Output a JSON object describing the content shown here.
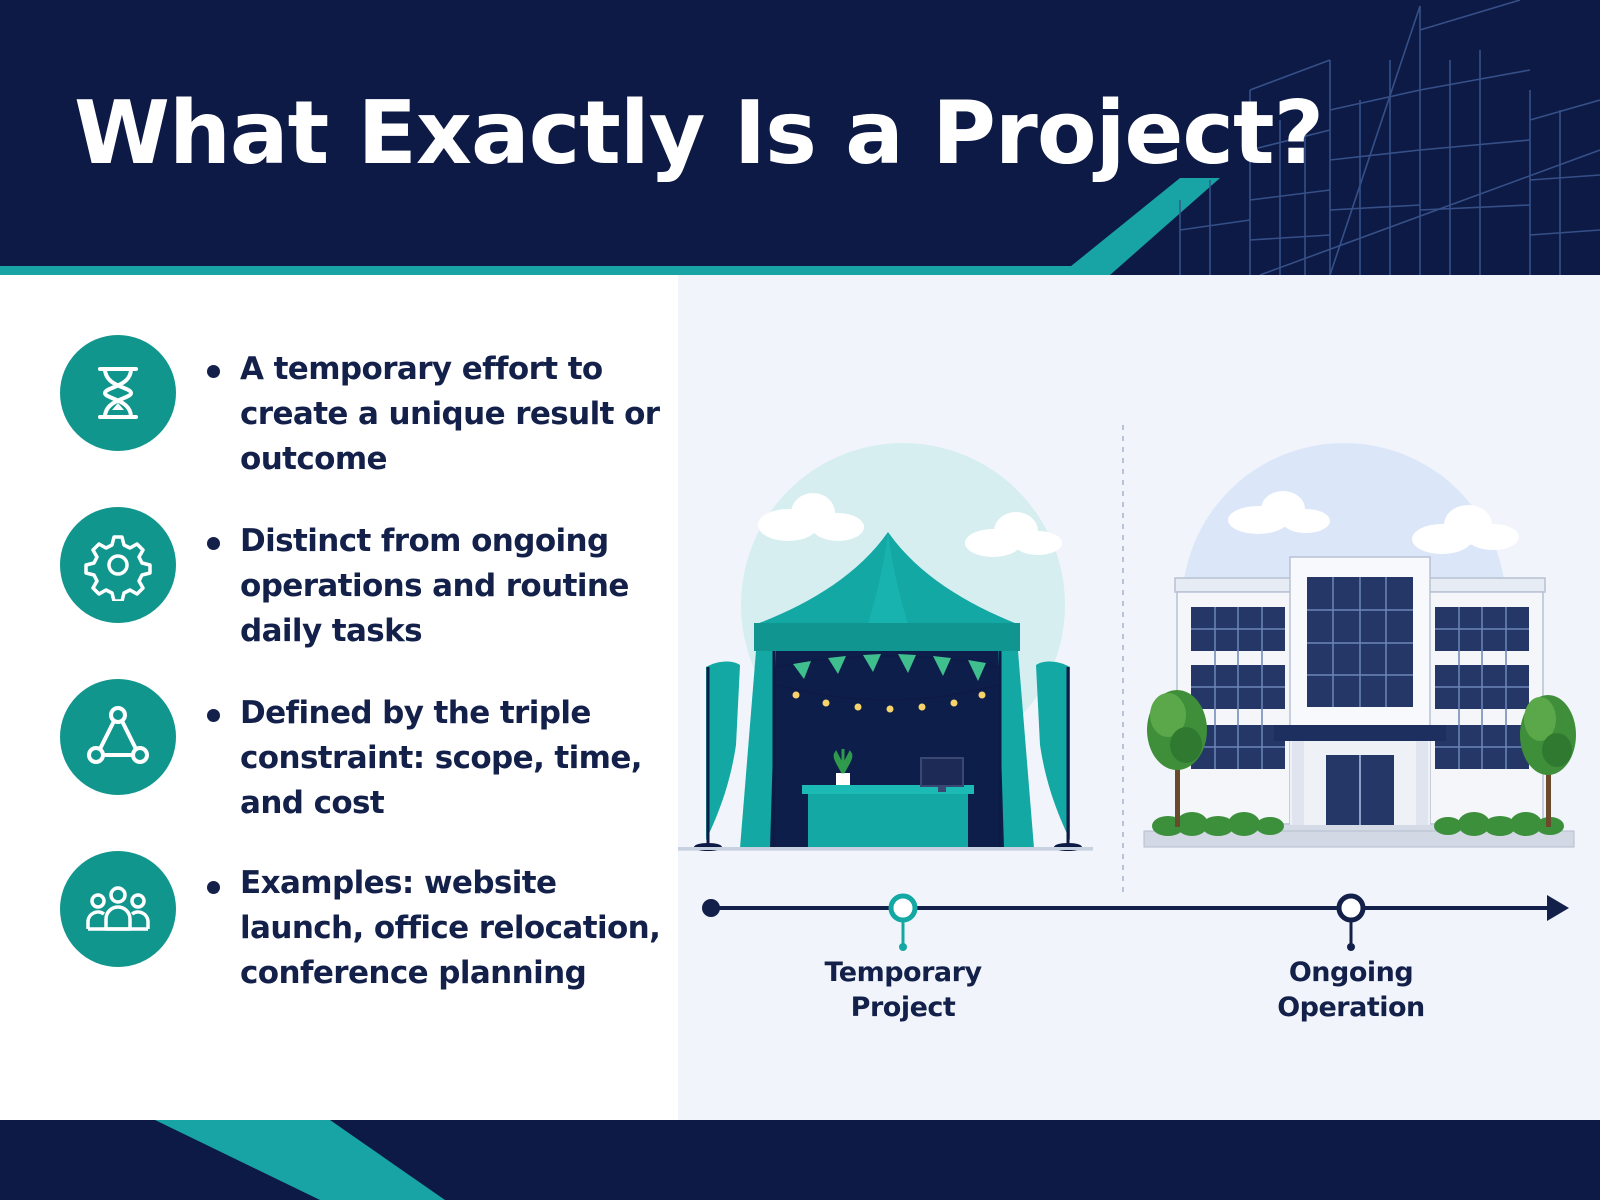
{
  "title": "What Exactly Is a Project?",
  "features": [
    {
      "icon": "hourglass-icon",
      "text": "A temporary effort to create a unique result or outcome"
    },
    {
      "icon": "gear-icon",
      "text": "Distinct from ongoing operations and routine daily tasks"
    },
    {
      "icon": "triangle-network-icon",
      "text": "Defined by the triple constraint: scope, time, and cost"
    },
    {
      "icon": "people-group-icon",
      "text": "Examples: website launch, office relocation, conference planning"
    }
  ],
  "timeline": {
    "left_label_line1": "Temporary",
    "left_label_line2": "Project",
    "right_label_line1": "Ongoing",
    "right_label_line2": "Operation"
  },
  "colors": {
    "navy": "#0d1a45",
    "teal": "#11968e",
    "accent": "#1aa9a6"
  }
}
